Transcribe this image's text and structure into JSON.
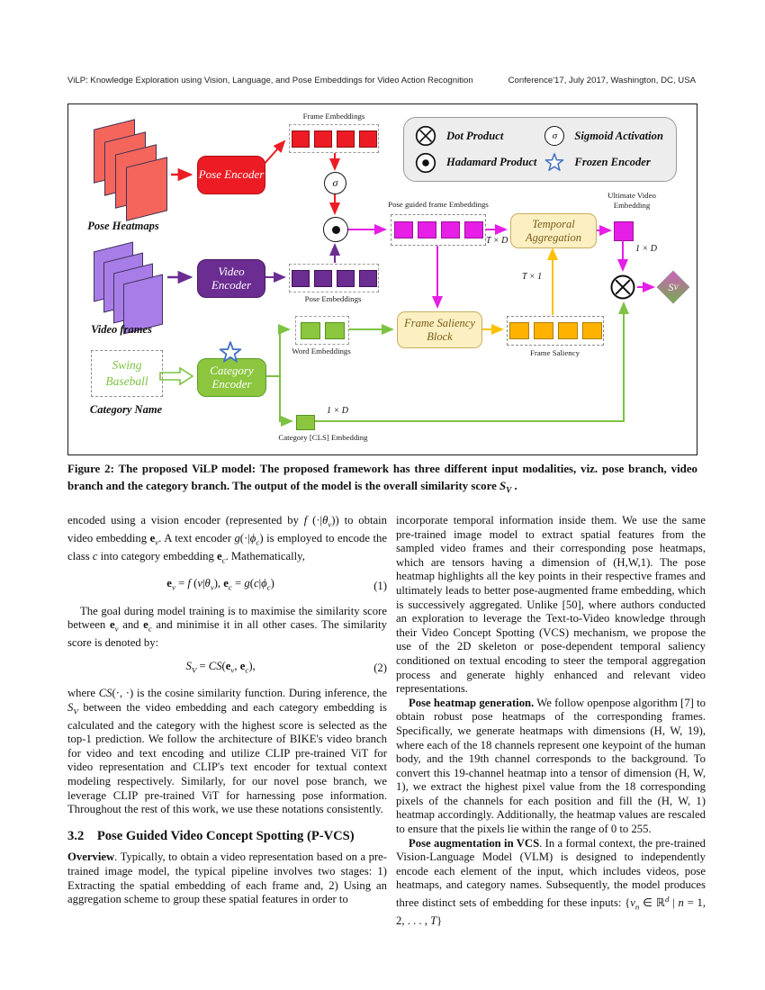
{
  "header": {
    "left_title": "ViLP: Knowledge Exploration using Vision, Language, and Pose Embeddings for Video Action Recognition",
    "right_conference": "Conference'17, July 2017, Washington, DC, USA"
  },
  "figure": {
    "inputs": {
      "pose_heatmaps_label": "Pose Heatmaps",
      "video_frames_label": "Video frames",
      "category_example": "Swing Baseball",
      "category_name_label": "Category Name"
    },
    "encoders": {
      "pose": "Pose Encoder",
      "video": "Video Encoder",
      "category": "Category Encoder"
    },
    "embeddings": {
      "frame": "Frame Embeddings",
      "pose": "Pose Embeddings",
      "word": "Word Embeddings",
      "pose_guided": "Pose guided frame  Embeddings",
      "ultimate": "Ultimate  Video Embedding",
      "category_cls": "Category [CLS] Embedding",
      "frame_saliency": "Frame Saliency"
    },
    "blocks": {
      "temporal_aggregation": "Temporal Aggregation",
      "frame_saliency_block": "Frame Saliency Block"
    },
    "dims": {
      "t_x_d": "T × D",
      "t_x_1": "T × 1",
      "one_x_d": "1 × D"
    },
    "ops": {
      "sigma": "σ",
      "sv_html": "S<sub>V</sub>"
    },
    "legend": {
      "dot_product": "Dot Product",
      "sigmoid": "Sigmoid Activation",
      "hadamard": "Hadamard Product",
      "frozen": "Frozen Encoder"
    },
    "colors": {
      "pose_branch": "#ED1C24",
      "video_branch": "#6B2D91",
      "category_branch": "#8CC63F",
      "pose_guided": "#E61EE6",
      "saliency": "#FFC000",
      "aggregation_fill": "#FCF0C2"
    },
    "caption_html": "Figure 2: The proposed ViLP model: The proposed framework has three different input modalities, viz. pose branch, video branch and the category branch. The output of the model is the overall similarity score <i>S<sub>V</sub></i> ."
  },
  "body": {
    "left": [
      {
        "type": "p",
        "html": "encoded using a vision encoder (represented by <i>f</i> (·|<i>θ<sub>v</sub></i>)) to obtain video embedding <b>e</b><i><sub>v</sub></i>. A text encoder <i>g</i>(·|<i>ϕ<sub>c</sub></i>) is employed to encode the class <i>c</i> into category embedding <b>e</b><i><sub>c</sub></i>. Mathematically,"
      },
      {
        "type": "eq",
        "formula_html": "<b>e</b><i><sub>v</sub></i> = <i>f</i> (<i>v</i>|<i>θ<sub>v</sub></i>), <b>e</b><i><sub>c</sub></i> = <i>g</i>(<i>c</i>|<i>ϕ<sub>c</sub></i>)",
        "number": "(1)"
      },
      {
        "type": "p",
        "indent": true,
        "html": "The goal during model training is to maximise the similarity score between <b>e</b><i><sub>v</sub></i> and <b>e</b><i><sub>c</sub></i> and minimise it in all other cases. The similarity score is denoted by:"
      },
      {
        "type": "eq",
        "formula_html": "<i>S<sub>V</sub></i> = <i>CS</i>(<b>e</b><i><sub>v</sub></i>, <b>e</b><i><sub>c</sub></i>),",
        "number": "(2)"
      },
      {
        "type": "p",
        "html": "where <i>CS</i>(·, ·) is the cosine similarity function. During inference, the <i>S<sub>V</sub></i> between the video embedding and each category embedding is calculated and the category with the highest score is selected as the top-1 prediction. We follow the architecture of BIKE's video branch for video and text encoding and utilize CLIP pre-trained ViT for video representation and CLIP's text encoder for textual context modeling respectively. Similarly, for our novel pose branch, we leverage CLIP pre-trained ViT for harnessing pose information. Throughout the rest of this work, we use these notations consistently."
      },
      {
        "type": "h2",
        "html": "3.2&emsp;Pose Guided Video Concept Spotting (P-VCS)"
      },
      {
        "type": "p",
        "html": "<b>Overview</b>. Typically, to obtain a video representation based on a pre-trained image model, the typical pipeline involves two stages: 1) Extracting the spatial embedding of each frame and, 2) Using an aggregation scheme to group these spatial features in order to"
      }
    ],
    "right": [
      {
        "type": "p",
        "html": "incorporate temporal information inside them. We use the same pre-trained image model to extract spatial features from the sampled video frames and their corresponding pose heatmaps, which are tensors having a dimension of (H,W,1). The pose heatmap highlights all the key points in their respective frames and ultimately leads to better pose-augmented frame embedding, which is successively aggregated. Unlike [50], where authors conducted an exploration to leverage the Text-to-Video knowledge through their Video Concept Spotting (VCS) mechanism, we propose the use of the 2D skeleton or pose-dependent temporal saliency conditioned on textual encoding to steer the temporal aggregation process and generate highly enhanced and relevant video representations."
      },
      {
        "type": "p",
        "indent": true,
        "html": "<b>Pose heatmap generation.</b> We follow openpose algorithm [7] to obtain robust pose heatmaps of the corresponding frames. Specifically, we generate heatmaps with dimensions (H, W, 19), where each of the 18 channels represent one keypoint of the human body, and the 19th channel corresponds to the background. To convert this 19-channel heatmap into a tensor of dimension (H, W, 1), we extract the highest pixel value from the 18 corresponding pixels of the channels for each position and fill the (H, W, 1) heatmap accordingly. Additionally, the heatmap values are rescaled to ensure that the pixels lie within the range of 0 to 255."
      },
      {
        "type": "p",
        "indent": true,
        "html": "<b>Pose augmentation in VCS</b>. In a formal context, the pre-trained Vision-Language Model (VLM) is designed to independently encode each element of the input, which includes videos, pose heatmaps, and category names. Subsequently, the model produces three distinct sets of embedding for these inputs: {<i>v<sub>n</sub></i> ∈ ℝ<i><sup>d</sup></i> | <i>n</i> = 1, 2, . . . , <i>T</i>}"
      }
    ]
  }
}
